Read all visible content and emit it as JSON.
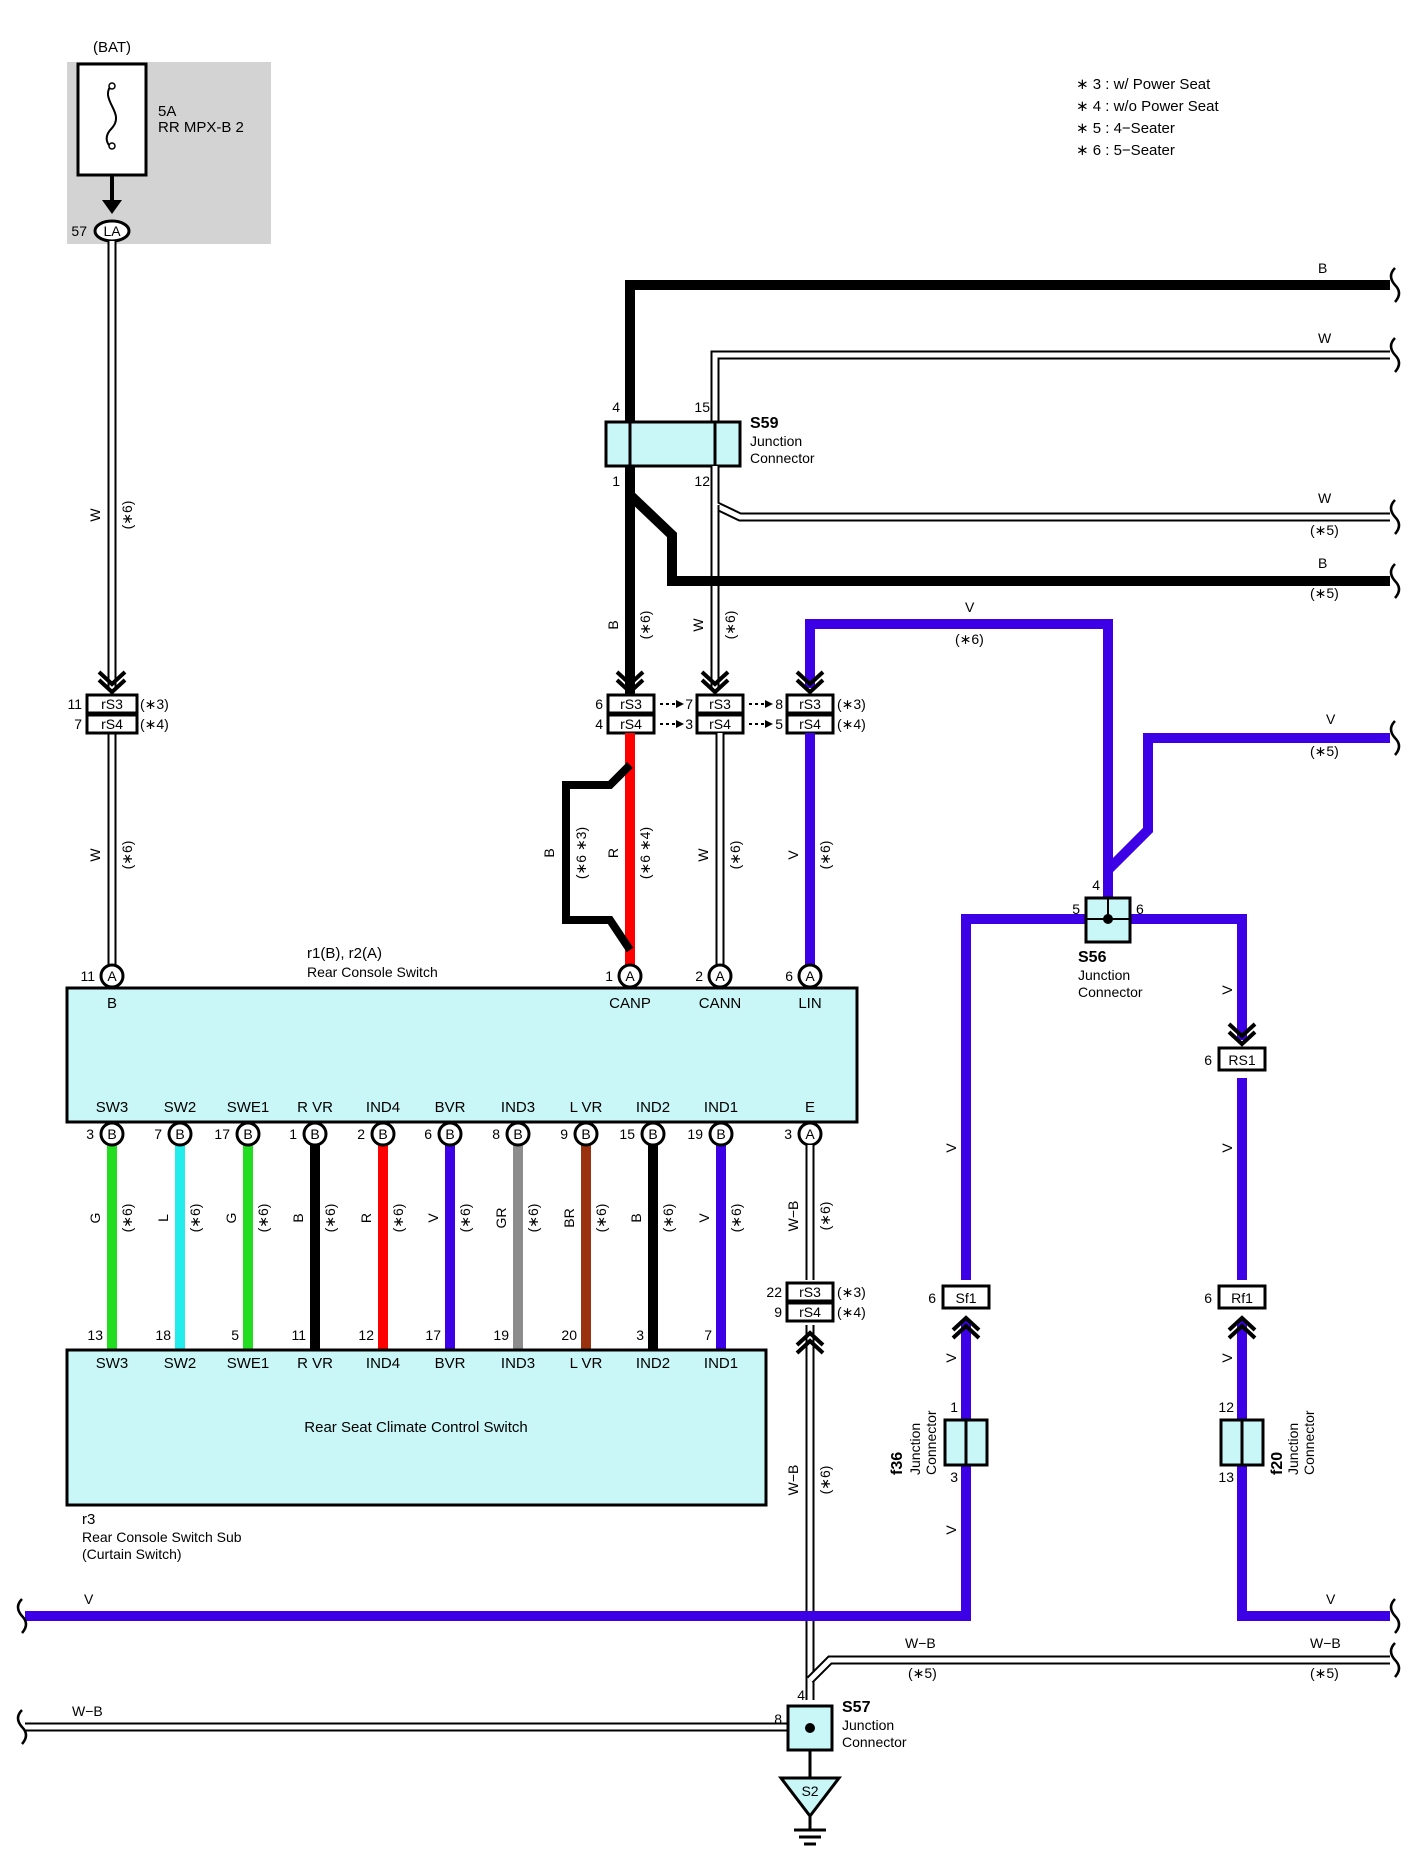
{
  "fuse": {
    "source": "(BAT)",
    "rating": "5A",
    "name": "RR MPX-B 2",
    "pin": "57",
    "connector": "LA"
  },
  "notes": [
    "∗ 3 : w/ Power Seat",
    "∗ 4 : w/o Power Seat",
    "∗ 5 : 4−Seater",
    "∗ 6 : 5−Seater"
  ],
  "wire_labels": {
    "W": "W",
    "B": "B",
    "V": "V",
    "R": "R",
    "G": "G",
    "L": "L",
    "GR": "GR",
    "BR": "BR",
    "WB": "W−B"
  },
  "notes_ref": {
    "n3": "(∗3)",
    "n4": "(∗4)",
    "n5": "(∗5)",
    "n6": "(∗6)",
    "n63": "(∗6 ∗3)",
    "n64": "(∗6 ∗4)"
  },
  "connectors": {
    "rS3": "rS3",
    "rS4": "rS4",
    "RS1": "RS1",
    "Sf1": "Sf1",
    "Rf1": "Rf1",
    "A": "A",
    "B": "B",
    "S2": "S2"
  },
  "junctions": {
    "s59": {
      "id": "S59",
      "name1": "Junction",
      "name2": "Connector"
    },
    "s56": {
      "id": "S56",
      "name1": "Junction",
      "name2": "Connector"
    },
    "s57": {
      "id": "S57",
      "name1": "Junction",
      "name2": "Connector"
    },
    "f36": {
      "id": "f36",
      "name1": "Junction",
      "name2": "Connector"
    },
    "f20": {
      "id": "f20",
      "name1": "Junction",
      "name2": "Connector"
    }
  },
  "rear_console_switch": {
    "code": "r1(B), r2(A)",
    "name": "Rear Console Switch",
    "top_pins": [
      "B",
      "CANP",
      "CANN",
      "LIN"
    ],
    "bottom_pins": [
      "SW3",
      "SW2",
      "SWE1",
      "R VR",
      "IND4",
      "BVR",
      "IND3",
      "L VR",
      "IND2",
      "IND1",
      "E"
    ]
  },
  "climate_switch": {
    "name": "Rear Seat Climate Control Switch",
    "pins": [
      "SW3",
      "SW2",
      "SWE1",
      "R VR",
      "IND4",
      "BVR",
      "IND3",
      "L VR",
      "IND2",
      "IND1"
    ]
  },
  "sub_switch": {
    "code": "r3",
    "name1": "Rear Console Switch Sub",
    "name2": "(Curtain Switch)"
  },
  "pin_numbers": {
    "p11": "11",
    "p7": "7",
    "p6": "6",
    "p4": "4",
    "p8": "8",
    "p5": "5",
    "p3": "3",
    "p15": "15",
    "p1": "1",
    "p12": "12",
    "p2": "2",
    "p17": "17",
    "p9": "9",
    "p19": "19",
    "p22": "22",
    "p13": "13",
    "p18": "18",
    "p20": "20"
  },
  "colors": {
    "black": "#000000",
    "white_wire": "#ffffff",
    "violet": "#3d00e6",
    "red": "#ff0000",
    "green": "#22dd22",
    "light_blue": "#22ecec",
    "gray": "#8c8c8c",
    "brown": "#9a3210",
    "component_fill": "#c9f7f7",
    "shade": "#d3d3d3"
  }
}
